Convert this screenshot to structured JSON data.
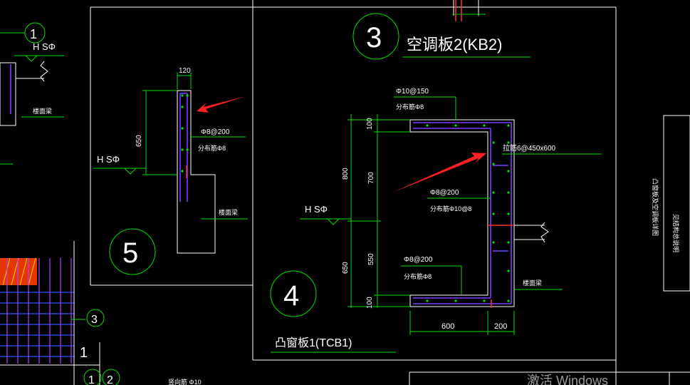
{
  "title_kb2": "空调板2(KB2)",
  "title_tcb1": "凸窗板1(TCB1)",
  "circle_labels": {
    "c1": "1",
    "c3": "3",
    "c4": "4",
    "c5": "5",
    "c3b": "3",
    "c1b": "1",
    "c1c": "1",
    "c2": "2"
  },
  "labels": {
    "hs_left": "H SΦ",
    "hs_mid": "H SΦ",
    "hs_right": "H SΦ",
    "d120": "120",
    "d650a": "650",
    "phi8_200_a": "Φ8@200",
    "fen_8_a": "分布筋Φ8",
    "loumian_a": "楼面梁",
    "loumian_left": "楼面梁",
    "phi10_150": "Φ10@150",
    "fen_8_b": "分布筋Φ8",
    "lajin": "拉筋6@450x600",
    "phi8_200_b": "Φ8@200",
    "fen_10": "分布筋Φ10@8",
    "phi8_200_c": "Φ8@200",
    "fen_8_c": "分布筋Φ8",
    "loumian_b": "楼面梁",
    "d800": "800",
    "d100a": "100",
    "d700": "700",
    "d650b": "650",
    "d550": "550",
    "d100b": "100",
    "d600": "600",
    "d200": "200",
    "bottom_note": "竖向筋 Φ10",
    "side_note_1": "凸窗板及空调板详图",
    "side_note_2": "见结构总说明"
  },
  "watermark": "激活 Windows"
}
